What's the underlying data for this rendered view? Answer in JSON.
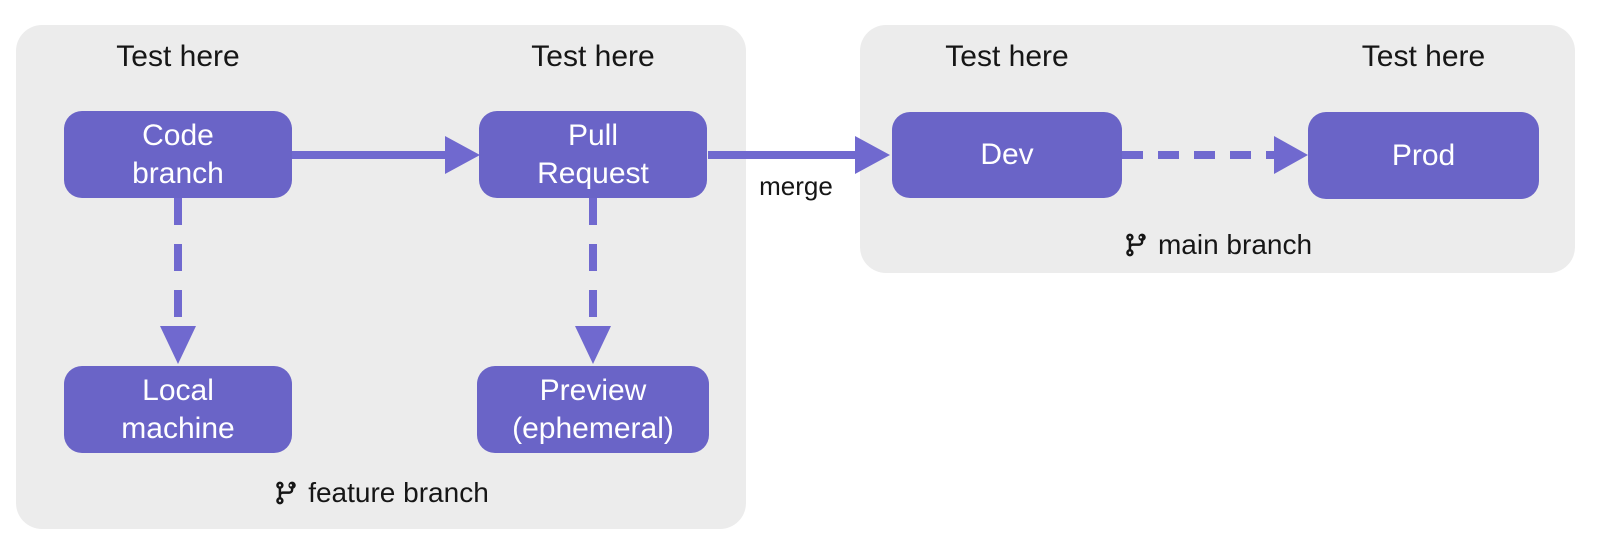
{
  "colors": {
    "node_fill": "#6a64c7",
    "arrow": "#7069cf",
    "group_background": "#ececec",
    "label_text": "#161616",
    "node_text": "#ffffff",
    "page_background": "#ffffff"
  },
  "test_labels": [
    "Test here",
    "Test here",
    "Test here",
    "Test here"
  ],
  "nodes": {
    "code_branch": {
      "line1": "Code",
      "line2": "branch"
    },
    "pull_request": {
      "line1": "Pull",
      "line2": "Request"
    },
    "local_machine": {
      "line1": "Local",
      "line2": "machine"
    },
    "preview": {
      "line1": "Preview",
      "line2": "(ephemeral)"
    },
    "dev": {
      "label": "Dev"
    },
    "prod": {
      "label": "Prod"
    }
  },
  "edges": {
    "merge_label": "merge"
  },
  "groups": {
    "feature": {
      "label": "feature branch",
      "icon": "git-branch-icon"
    },
    "main": {
      "label": "main branch",
      "icon": "git-branch-icon"
    }
  }
}
